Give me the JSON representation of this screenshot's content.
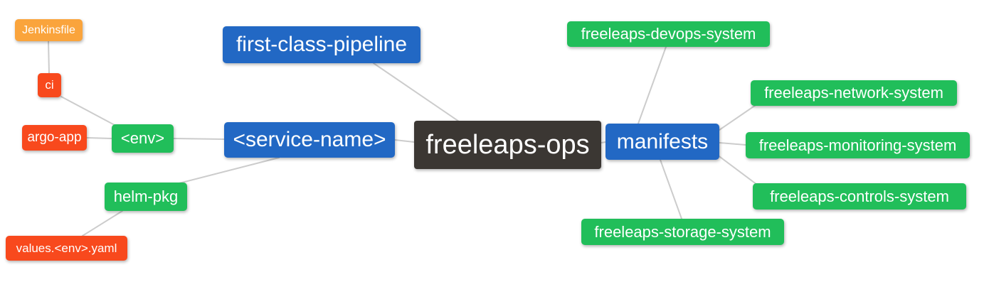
{
  "diagram": {
    "type": "mindmap",
    "colors": {
      "blue": "#2268C4",
      "green": "#21BE5A",
      "red": "#F8491D",
      "orange": "#FAA43C",
      "dark": "#3B3733",
      "line": "#CCCCCC"
    },
    "nodes": {
      "root": {
        "label": "freeleaps-ops"
      },
      "fcp": {
        "label": "first-class-pipeline"
      },
      "svc": {
        "label": "<service-name>"
      },
      "manifests": {
        "label": "manifests"
      },
      "env": {
        "label": "<env>"
      },
      "helm": {
        "label": "helm-pkg"
      },
      "ci": {
        "label": "ci"
      },
      "argo": {
        "label": "argo-app"
      },
      "jenkinsfile": {
        "label": "Jenkinsfile"
      },
      "values": {
        "label": "values.<env>.yaml"
      },
      "devops": {
        "label": "freeleaps-devops-system"
      },
      "network": {
        "label": "freeleaps-network-system"
      },
      "monitoring": {
        "label": "freeleaps-monitoring-system"
      },
      "controls": {
        "label": "freeleaps-controls-system"
      },
      "storage": {
        "label": "freeleaps-storage-system"
      }
    },
    "edges": [
      {
        "from": "root",
        "to": "fcp"
      },
      {
        "from": "root",
        "to": "svc"
      },
      {
        "from": "root",
        "to": "manifests"
      },
      {
        "from": "svc",
        "to": "env"
      },
      {
        "from": "svc",
        "to": "helm"
      },
      {
        "from": "env",
        "to": "ci"
      },
      {
        "from": "env",
        "to": "argo"
      },
      {
        "from": "ci",
        "to": "jenkinsfile"
      },
      {
        "from": "helm",
        "to": "values"
      },
      {
        "from": "manifests",
        "to": "devops"
      },
      {
        "from": "manifests",
        "to": "network"
      },
      {
        "from": "manifests",
        "to": "monitoring"
      },
      {
        "from": "manifests",
        "to": "controls"
      },
      {
        "from": "manifests",
        "to": "storage"
      }
    ]
  }
}
